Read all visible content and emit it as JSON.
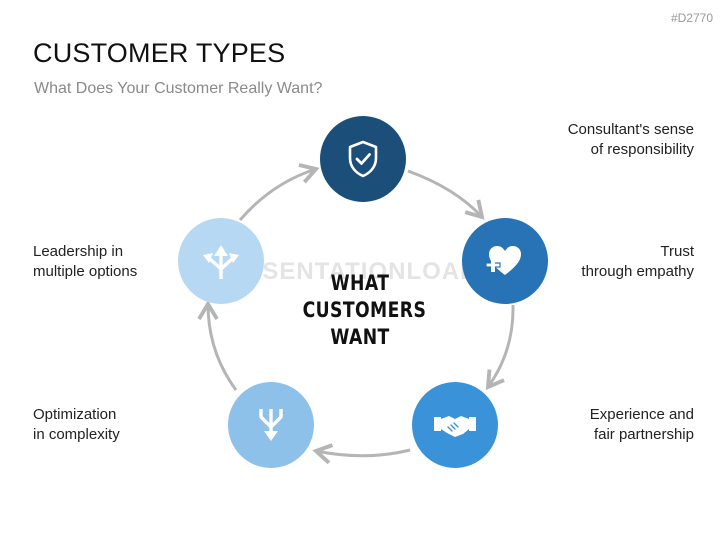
{
  "doc_code": "#D2770",
  "title": "CUSTOMER TYPES",
  "subtitle": "What Does Your Customer Really Want?",
  "watermark": "PRESENTATIONLOAD",
  "center": {
    "line1": "WHAT",
    "line2": "CUSTOMERS",
    "line3": "WANT"
  },
  "colors": {
    "shield": "#1b4f7a",
    "heart": "#2773b5",
    "handshake": "#3a93d9",
    "merge": "#8dc1ea",
    "split": "#b7d8f3",
    "arrow": "#b5b5b5"
  },
  "items": [
    {
      "icon": "shield-check-icon",
      "label1": "Consultant's sense",
      "label2": "of responsibility"
    },
    {
      "icon": "heart-plus-icon",
      "label1": "Trust",
      "label2": "through empathy"
    },
    {
      "icon": "handshake-icon",
      "label1": "Experience and",
      "label2": "fair partnership"
    },
    {
      "icon": "merge-arrows-icon",
      "label1": "Optimization",
      "label2": "in complexity"
    },
    {
      "icon": "split-arrows-icon",
      "label1": "Leadership in",
      "label2": "multiple options"
    }
  ]
}
